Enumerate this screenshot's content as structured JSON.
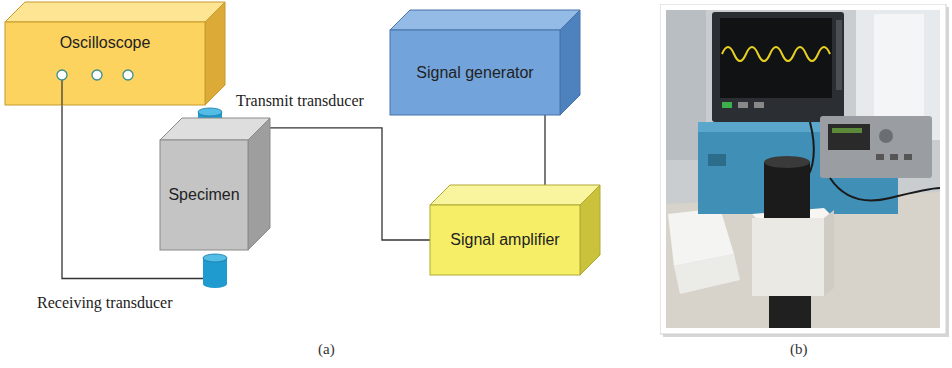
{
  "diagram": {
    "nodes": [
      {
        "text": [
          "Oscilloscope"
        ]
      },
      {
        "text": [
          "Signal generator"
        ]
      },
      {
        "text": [
          "Transmit transducer"
        ]
      },
      {
        "text": [
          "Specimen"
        ]
      },
      {
        "text": [
          "Signal amplifier"
        ]
      },
      {
        "text": [
          "Receiving transducer"
        ]
      }
    ],
    "edges": [
      {
        "from": 0,
        "to": 5,
        "arrow": "none"
      },
      {
        "from": 2,
        "to": 4,
        "arrow": "none"
      },
      {
        "from": 1,
        "to": 4,
        "arrow": "none"
      }
    ],
    "labels": [
      "(a)",
      "(b)"
    ]
  }
}
